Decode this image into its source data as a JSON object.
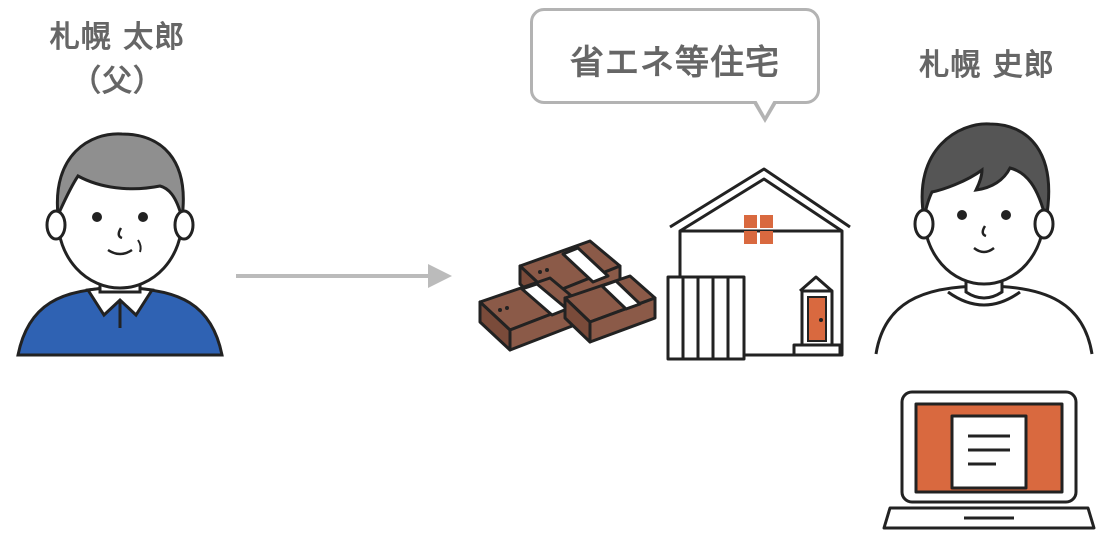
{
  "father": {
    "name": "札幌 太郎",
    "relation": "（父）",
    "sweater_color": "#2f62b3",
    "hair_color": "#8f8f8f"
  },
  "son": {
    "name": "札幌 史郎",
    "hair_color": "#555555"
  },
  "speech_bubble": {
    "text": "省エネ等住宅"
  },
  "icons": {
    "arrow": "right-arrow-icon",
    "money": "cash-bundles-icon",
    "house": "house-icon",
    "laptop": "laptop-document-icon"
  },
  "colors": {
    "label_gray": "#666666",
    "accent_brown": "#8b5a48",
    "accent_orange": "#d9693f",
    "arrow_gray": "#bbbbbb"
  }
}
